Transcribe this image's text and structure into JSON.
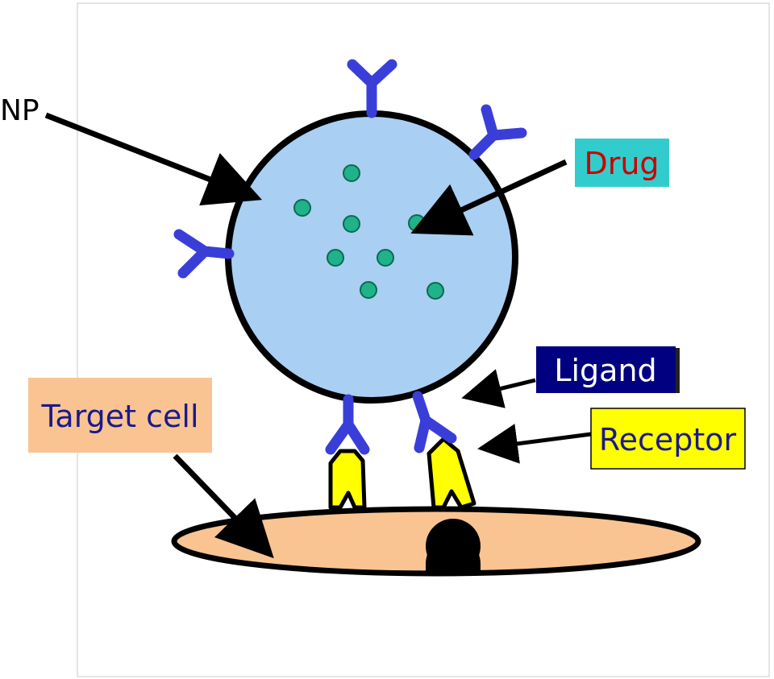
{
  "labels": {
    "np": "NP",
    "drug": "Drug",
    "ligand": "Ligand",
    "receptor": "Receptor",
    "target_cell": "Target cell"
  },
  "colors": {
    "nanoparticle_fill": "#a9cff3",
    "drug_dot": "#20b28a",
    "ligand": "#3a3ed8",
    "receptor": "#ffff00",
    "cell_fill": "#f9c491",
    "drug_label_bg": "#33cccc",
    "drug_label_text": "#cc0000",
    "ligand_label_bg": "#000080",
    "ligand_label_text": "#ffffff",
    "receptor_label_bg": "#ffff00",
    "receptor_label_text": "#1a1a8c",
    "target_label_bg": "#f9c491",
    "target_label_text": "#1a1a8c"
  }
}
